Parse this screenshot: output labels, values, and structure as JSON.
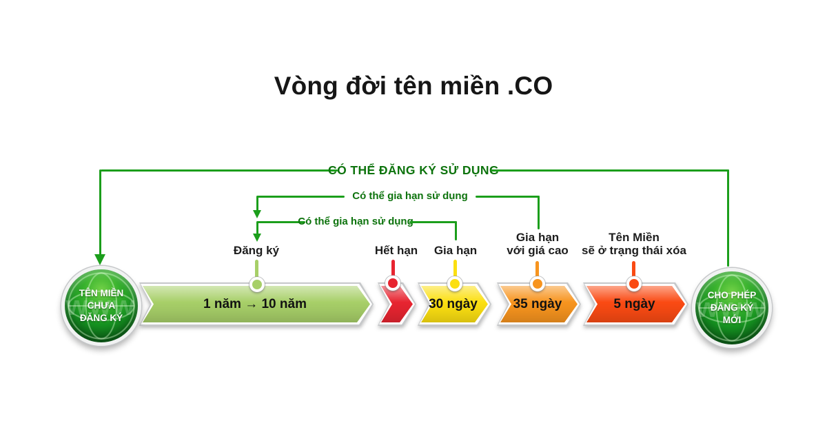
{
  "title": "Vòng đời tên miền .CO",
  "brackets": {
    "top": {
      "label": "CÓ THỂ ĐĂNG KÝ SỬ DỤNG"
    },
    "mid": {
      "label": "Có thể gia hạn sử dụng"
    },
    "low": {
      "label": "Có thể gia hạn sử dụng"
    }
  },
  "milestones": [
    {
      "label": "Đăng ký"
    },
    {
      "label": "Hết hạn"
    },
    {
      "label": "Gia hạn"
    },
    {
      "label": "Gia hạn\nvới giá cao"
    },
    {
      "label": "Tên Miền\nsẽ ở trạng thái xóa"
    }
  ],
  "stages": [
    {
      "label": "1 năm → 10 năm"
    },
    {
      "label": ""
    },
    {
      "label": "30 ngày"
    },
    {
      "label": "35 ngày"
    },
    {
      "label": "5 ngày"
    }
  ],
  "endpoints": {
    "left": {
      "label": "TÊN MIỀN\nCHƯA\nĐĂNG KÝ",
      "watermark": "www"
    },
    "right": {
      "label": "CHO PHÉP\nĐĂNG KÝ\nMỚI",
      "watermark": "www"
    }
  },
  "colors": {
    "bracket_line": "#1b9e1b",
    "bracket_text": "#0d730d",
    "stage_register_green": "#a7cf68",
    "stage_expire_red": "#e72430",
    "stage_grace_yellow": "#fbdf11",
    "stage_highprice_orange": "#f7941e",
    "stage_delete_vermillion": "#fa4a13",
    "orb_green": "#169321",
    "label_text": "#1d1d1d"
  }
}
